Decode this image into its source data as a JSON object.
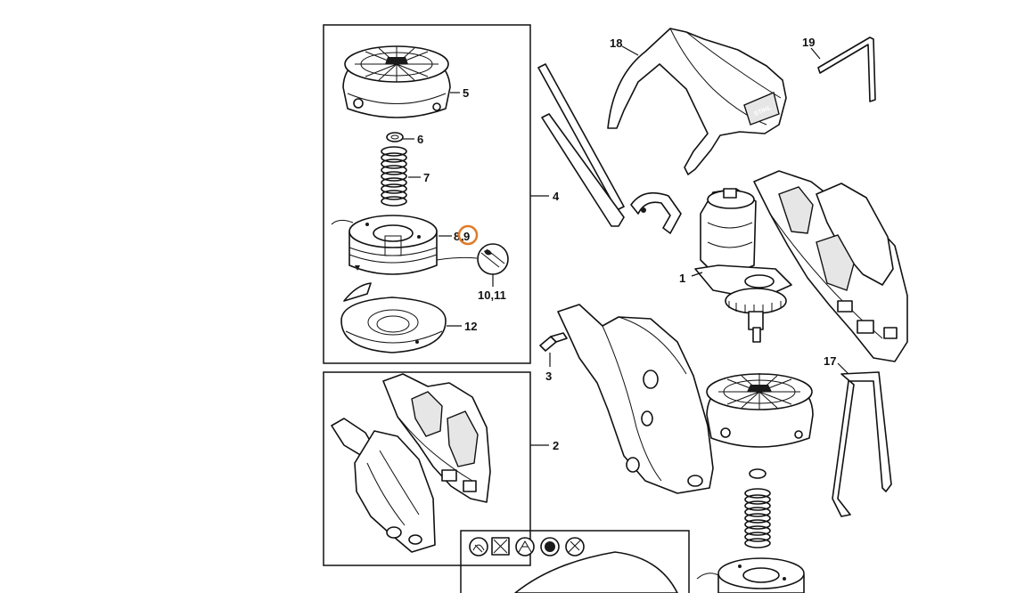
{
  "diagram": {
    "callouts": [
      {
        "id": "c1",
        "text": "1"
      },
      {
        "id": "c2",
        "text": "2"
      },
      {
        "id": "c3",
        "text": "3"
      },
      {
        "id": "c4",
        "text": "4"
      },
      {
        "id": "c5",
        "text": "5"
      },
      {
        "id": "c6",
        "text": "6"
      },
      {
        "id": "c7",
        "text": "7"
      },
      {
        "id": "c8",
        "text": "8"
      },
      {
        "id": "c9",
        "text": "9"
      },
      {
        "id": "c1011",
        "text": "10,11"
      },
      {
        "id": "c12",
        "text": "12"
      },
      {
        "id": "c17",
        "text": "17"
      },
      {
        "id": "c18",
        "text": "18"
      },
      {
        "id": "c19",
        "text": "19"
      }
    ],
    "separator": ",",
    "glasses_brand": "STIHL",
    "highlight_color": "#e07b2a",
    "line_color": "#111111"
  }
}
